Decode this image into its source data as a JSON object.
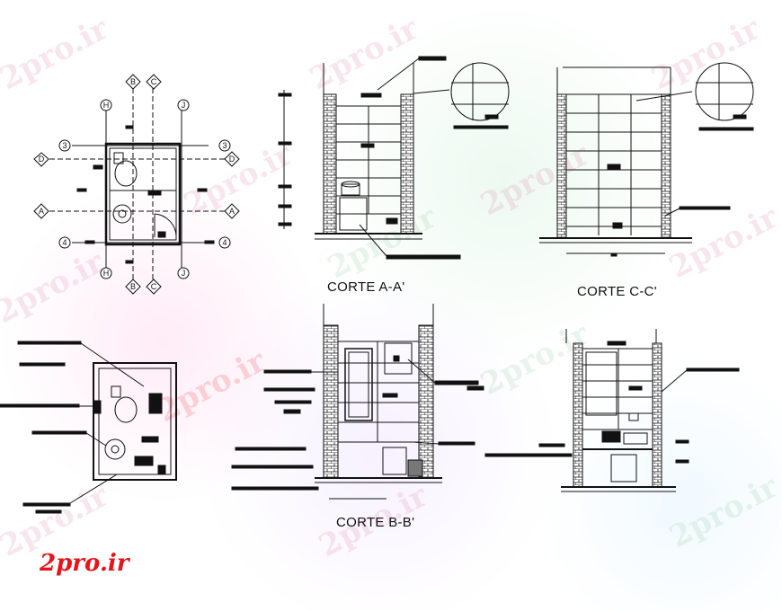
{
  "watermark": "2pro.ir",
  "colors": {
    "watermark_red": "#e8141b",
    "watermark_pink": "#d86aa0",
    "watermark_green": "#7bc48a",
    "line": "#111111"
  },
  "titles": {
    "section_aa": "CORTE A-A'",
    "section_cc": "CORTE C-C'",
    "section_bb": "CORTE B-B'"
  },
  "plan_axes": {
    "col_b": "B",
    "col_c": "C",
    "col_h": "H",
    "col_j": "J",
    "row_3": "3",
    "row_d": "D",
    "row_a": "A",
    "row_4": "4"
  },
  "logo": "2pro.ir"
}
